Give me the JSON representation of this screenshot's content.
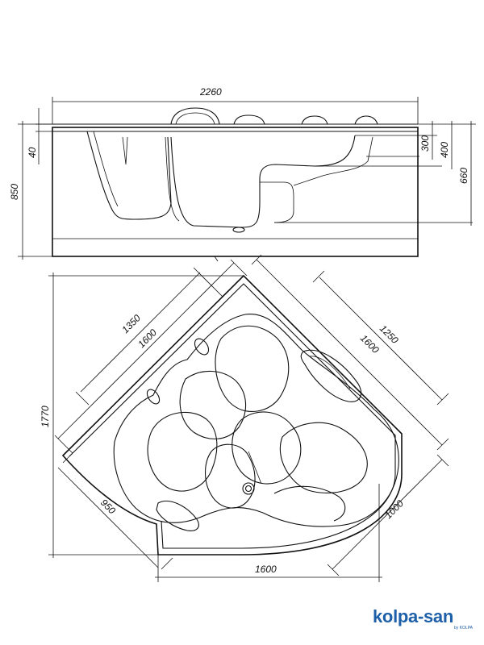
{
  "side_view": {
    "dimensions": {
      "length": "2260",
      "height": "850",
      "rim": "40",
      "depth_1": "300",
      "depth_2": "400",
      "depth_3": "660"
    }
  },
  "top_view": {
    "dimensions": {
      "left_inner": "1350",
      "left_outer": "1600",
      "right_inner": "1250",
      "right_outer": "1600",
      "total_height": "1770",
      "left_lower": "950",
      "right_lower": "1000",
      "bottom_width": "1600"
    }
  },
  "logo": {
    "wordmark": "kolpa-san",
    "tagline": "by KOLPA"
  },
  "colors": {
    "line": "#111111",
    "brand": "#1d5fa8"
  }
}
